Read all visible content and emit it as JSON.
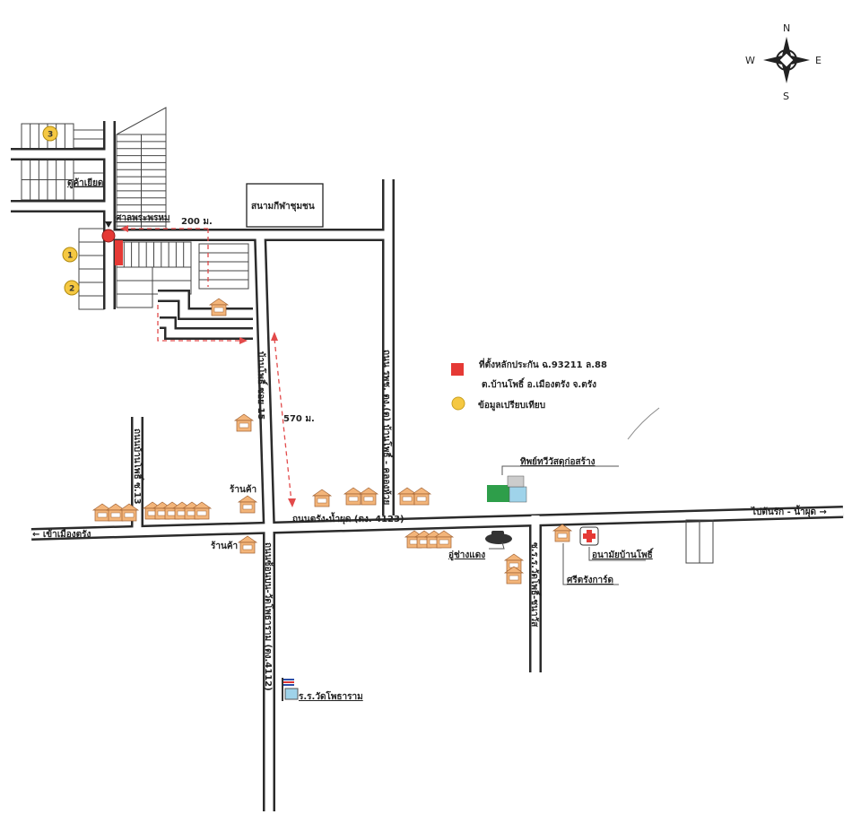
{
  "compass": {
    "n": "N",
    "s": "S",
    "e": "E",
    "w": "W"
  },
  "legend": {
    "collateral_line1": "ที่ตั้งหลักประกัน ฉ.93211 ล.88",
    "collateral_line2": "ต.บ้านโพธิ์ อ.เมืองตรัง จ.ตรัง",
    "comparison": "ข้อมูลเปรียบเทียบ",
    "collateral_color": "#e53935",
    "comparison_color": "#f5c842"
  },
  "markers": [
    "1",
    "2",
    "3"
  ],
  "places": {
    "stadium": "สนามกีฬาชุมชน",
    "shrine": "ศาลพระพรหม",
    "village_label": "ดูค้าเยียด",
    "hardware": "ทิพย์ทวีวัสดุก่อสร้าง",
    "garage": "อู่ช่างแดง",
    "health": "อนามัยบ้านโพธิ์",
    "guard": "ศรีตรังการ์ด",
    "shop1": "ร้านค้า",
    "shop2": "ร้านค้า",
    "school": "ร.ร.วัดโพธาราม"
  },
  "distances": {
    "d1": "200 ม.",
    "d2": "570 ม."
  },
  "roads": {
    "main": "ถนนตรัง-น้ำผุด (ตง. 4123)",
    "to_city": "← เข้าเมืองตรัง",
    "to_east": "ไปต้นรัก - น้ำผุด →",
    "soi15": "บ้านโพธิ์ ซอย 15",
    "soi13": "ถนนบ้านโพธิ์ ซ.13",
    "rpch": "ถนน รพช. ตง.(ต) บ้านโพธิ์ - คลองห้วย",
    "south": "ถนนซ้อนบน-วัดโพธาราม (ตง.4112)",
    "school_road": "ซ.ร.ร.วัดโพธิ์-ชนาวัส"
  }
}
